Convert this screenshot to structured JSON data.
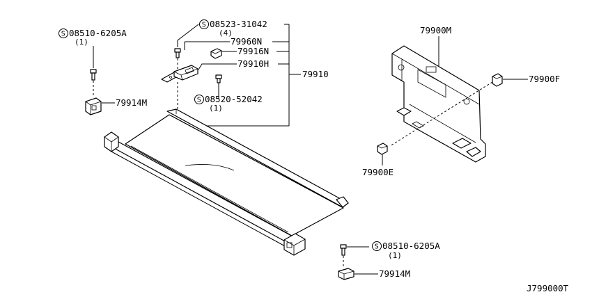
{
  "callouts": {
    "screw_top_left": {
      "symbol": "S",
      "number": "08510-6205A",
      "qty": "(1)"
    },
    "clip_top_left": {
      "number": "79914M"
    },
    "screw_top_center": {
      "symbol": "S",
      "number": "08523-31042",
      "qty": "(4)"
    },
    "bracket_79960n": {
      "number": "79960N"
    },
    "clip_79916n": {
      "number": "79916N"
    },
    "holder_79910h": {
      "number": "79910H"
    },
    "screw_center": {
      "symbol": "S",
      "number": "08520-52042",
      "qty": "(1)"
    },
    "assembly": {
      "number": "79910"
    },
    "panel": {
      "number": "79900M"
    },
    "clip_79900f": {
      "number": "79900F"
    },
    "clip_79900e": {
      "number": "79900E"
    },
    "screw_bottom": {
      "symbol": "S",
      "number": "08510-6205A",
      "qty": "(1)"
    },
    "clip_bottom": {
      "number": "79914M"
    }
  },
  "diagram_code": "J799000T"
}
